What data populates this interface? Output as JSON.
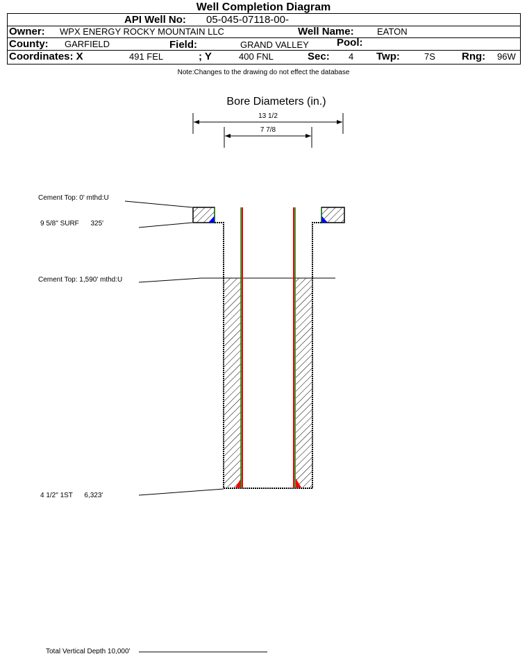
{
  "title": "Well Completion Diagram",
  "header": {
    "api_label": "API Well No:",
    "api_value": "05-045-07118-00-",
    "owner_label": "Owner:",
    "owner_value": "WPX ENERGY ROCKY MOUNTAIN LLC",
    "well_name_label": "Well Name:",
    "well_name_value": "EATON",
    "county_label": "County:",
    "county_value": "GARFIELD",
    "field_label": "Field:",
    "field_value": "GRAND VALLEY",
    "pool_label": "Pool:",
    "coord_x_label": "Coordinates: X",
    "coord_x_value": "491 FEL",
    "coord_y_label": "; Y",
    "coord_y_value": "400 FNL",
    "sec_label": "Sec:",
    "sec_value": "4",
    "twp_label": "Twp:",
    "twp_value": "7S",
    "rng_label": "Rng:",
    "rng_value": "96W"
  },
  "note": "Note:Changes to the drawing do not effect the database",
  "diagram": {
    "bore_title": "Bore Diameters (in.)",
    "bore_outer": "13 1/2",
    "bore_inner": "7 7/8",
    "cement_top_surface": "Cement Top: 0' mthd:U",
    "surface_casing": "9 5/8\" SURF      325'",
    "cement_top_prod": "Cement Top: 1,590' mthd:U",
    "prod_casing": "4 1/2\" 1ST      6,323'",
    "tvd": "Total Vertical Depth 10,000'"
  },
  "colors": {
    "cement_wedge_surface": "#0000ff",
    "cement_wedge_prod": "#ff0000",
    "casing_outer": "#008000",
    "casing_inner": "#ff0000"
  }
}
